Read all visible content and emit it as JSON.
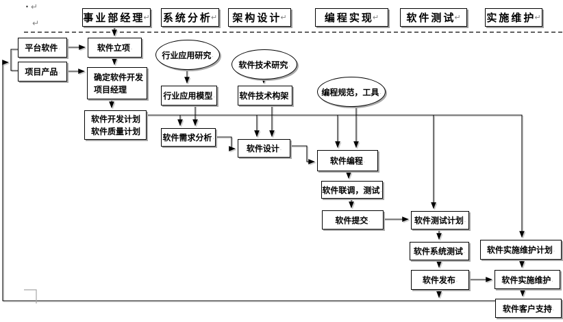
{
  "diagram": {
    "kind": "software-development-process-flowchart",
    "lanes": [
      {
        "id": "dept-manager",
        "label": "事业部经理"
      },
      {
        "id": "system-analysis",
        "label": "系统分析"
      },
      {
        "id": "architecture",
        "label": "架构设计"
      },
      {
        "id": "programming",
        "label": "编程实现"
      },
      {
        "id": "testing",
        "label": "软件测试"
      },
      {
        "id": "implementation",
        "label": "实施维护"
      }
    ],
    "nodes": {
      "platform": {
        "label": "平台软件"
      },
      "product": {
        "label": "项目产品"
      },
      "initiation": {
        "label": "软件立项"
      },
      "pm": {
        "lines": [
          "确定软件开发",
          "项目经理"
        ]
      },
      "plan": {
        "lines": [
          "软件开发计划",
          "软件质量计划"
        ]
      },
      "model": {
        "label": "行业应用模型"
      },
      "req": {
        "label": "软件需求分析"
      },
      "arch": {
        "label": "软件技术构架"
      },
      "design": {
        "label": "软件设计"
      },
      "coding": {
        "label": "软件编程"
      },
      "joint": {
        "label": "软件联调，测试"
      },
      "submit": {
        "label": "软件提交"
      },
      "testplan": {
        "label": "软件测试计划"
      },
      "systest": {
        "label": "软件系统测试"
      },
      "release": {
        "label": "软件发布"
      },
      "implplan": {
        "label": "软件实施维护计划"
      },
      "impl": {
        "label": "软件实施维护"
      },
      "support": {
        "label": "软件客户支持"
      }
    },
    "ellipses": {
      "industry": {
        "label": "行业应用研究"
      },
      "tech": {
        "label": "软件技术研究"
      },
      "codestd": {
        "label": "编程规范，工具"
      }
    },
    "edges": [
      {
        "from": "lane-dept-manager",
        "to": "initiation"
      },
      {
        "from": "platform",
        "to": "initiation"
      },
      {
        "from": "product",
        "to": "pm"
      },
      {
        "from": "initiation",
        "to": "pm"
      },
      {
        "from": "pm",
        "to": "plan"
      },
      {
        "from": "plan",
        "to": "req"
      },
      {
        "from": "plan",
        "to": "design"
      },
      {
        "from": "plan",
        "to": "coding"
      },
      {
        "from": "plan",
        "to": "testplan"
      },
      {
        "from": "plan",
        "to": "implplan"
      },
      {
        "from": "industry",
        "to": "model"
      },
      {
        "from": "model",
        "to": "req"
      },
      {
        "from": "tech",
        "to": "arch"
      },
      {
        "from": "arch",
        "to": "design"
      },
      {
        "from": "codestd",
        "to": "coding"
      },
      {
        "from": "req",
        "to": "design"
      },
      {
        "from": "design",
        "to": "coding"
      },
      {
        "from": "coding",
        "to": "joint"
      },
      {
        "from": "joint",
        "to": "submit"
      },
      {
        "from": "submit",
        "to": "testplan"
      },
      {
        "from": "testplan",
        "to": "systest"
      },
      {
        "from": "systest",
        "to": "release"
      },
      {
        "from": "release",
        "to": "impl"
      },
      {
        "from": "release",
        "to": "feedback-line"
      },
      {
        "from": "implplan",
        "to": "impl"
      },
      {
        "from": "impl",
        "to": "support"
      },
      {
        "from": "support",
        "to": "platform-product-branch"
      }
    ],
    "marks": {
      "bullet": "▪",
      "pilcrow": "↵",
      "hidden": "."
    },
    "colors": {
      "line": "#000000",
      "box_fill": "#ffffff",
      "box_border": "#000000",
      "shadow": "#a8a8a8",
      "format_mark_gray": "#808080"
    }
  }
}
